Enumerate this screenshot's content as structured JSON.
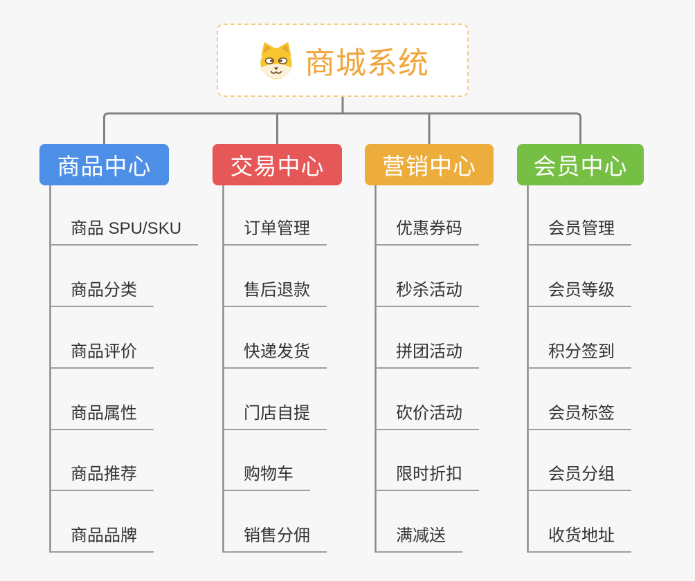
{
  "root": {
    "title": "商城系统",
    "icon": "dog-face-icon"
  },
  "branches": [
    {
      "label": "商品中心",
      "color": "#4D8FE6",
      "children": [
        "商品 SPU/SKU",
        "商品分类",
        "商品评价",
        "商品属性",
        "商品推荐",
        "商品品牌"
      ]
    },
    {
      "label": "交易中心",
      "color": "#E65757",
      "children": [
        "订单管理",
        "售后退款",
        "快递发货",
        "门店自提",
        "购物车",
        "销售分佣"
      ]
    },
    {
      "label": "营销中心",
      "color": "#ECAD3C",
      "children": [
        "优惠券码",
        "秒杀活动",
        "拼团活动",
        "砍价活动",
        "限时折扣",
        "满减送"
      ]
    },
    {
      "label": "会员中心",
      "color": "#74BF44",
      "children": [
        "会员管理",
        "会员等级",
        "积分签到",
        "会员标签",
        "会员分组",
        "收货地址"
      ]
    }
  ],
  "colors": {
    "background": "#F7F7F7",
    "connector": "#828282",
    "spine": "#8A8A8A",
    "underline": "#9E9E9E",
    "child_text": "#333333",
    "root_border": "#F2CC85",
    "root_title": "#F0A63C"
  }
}
